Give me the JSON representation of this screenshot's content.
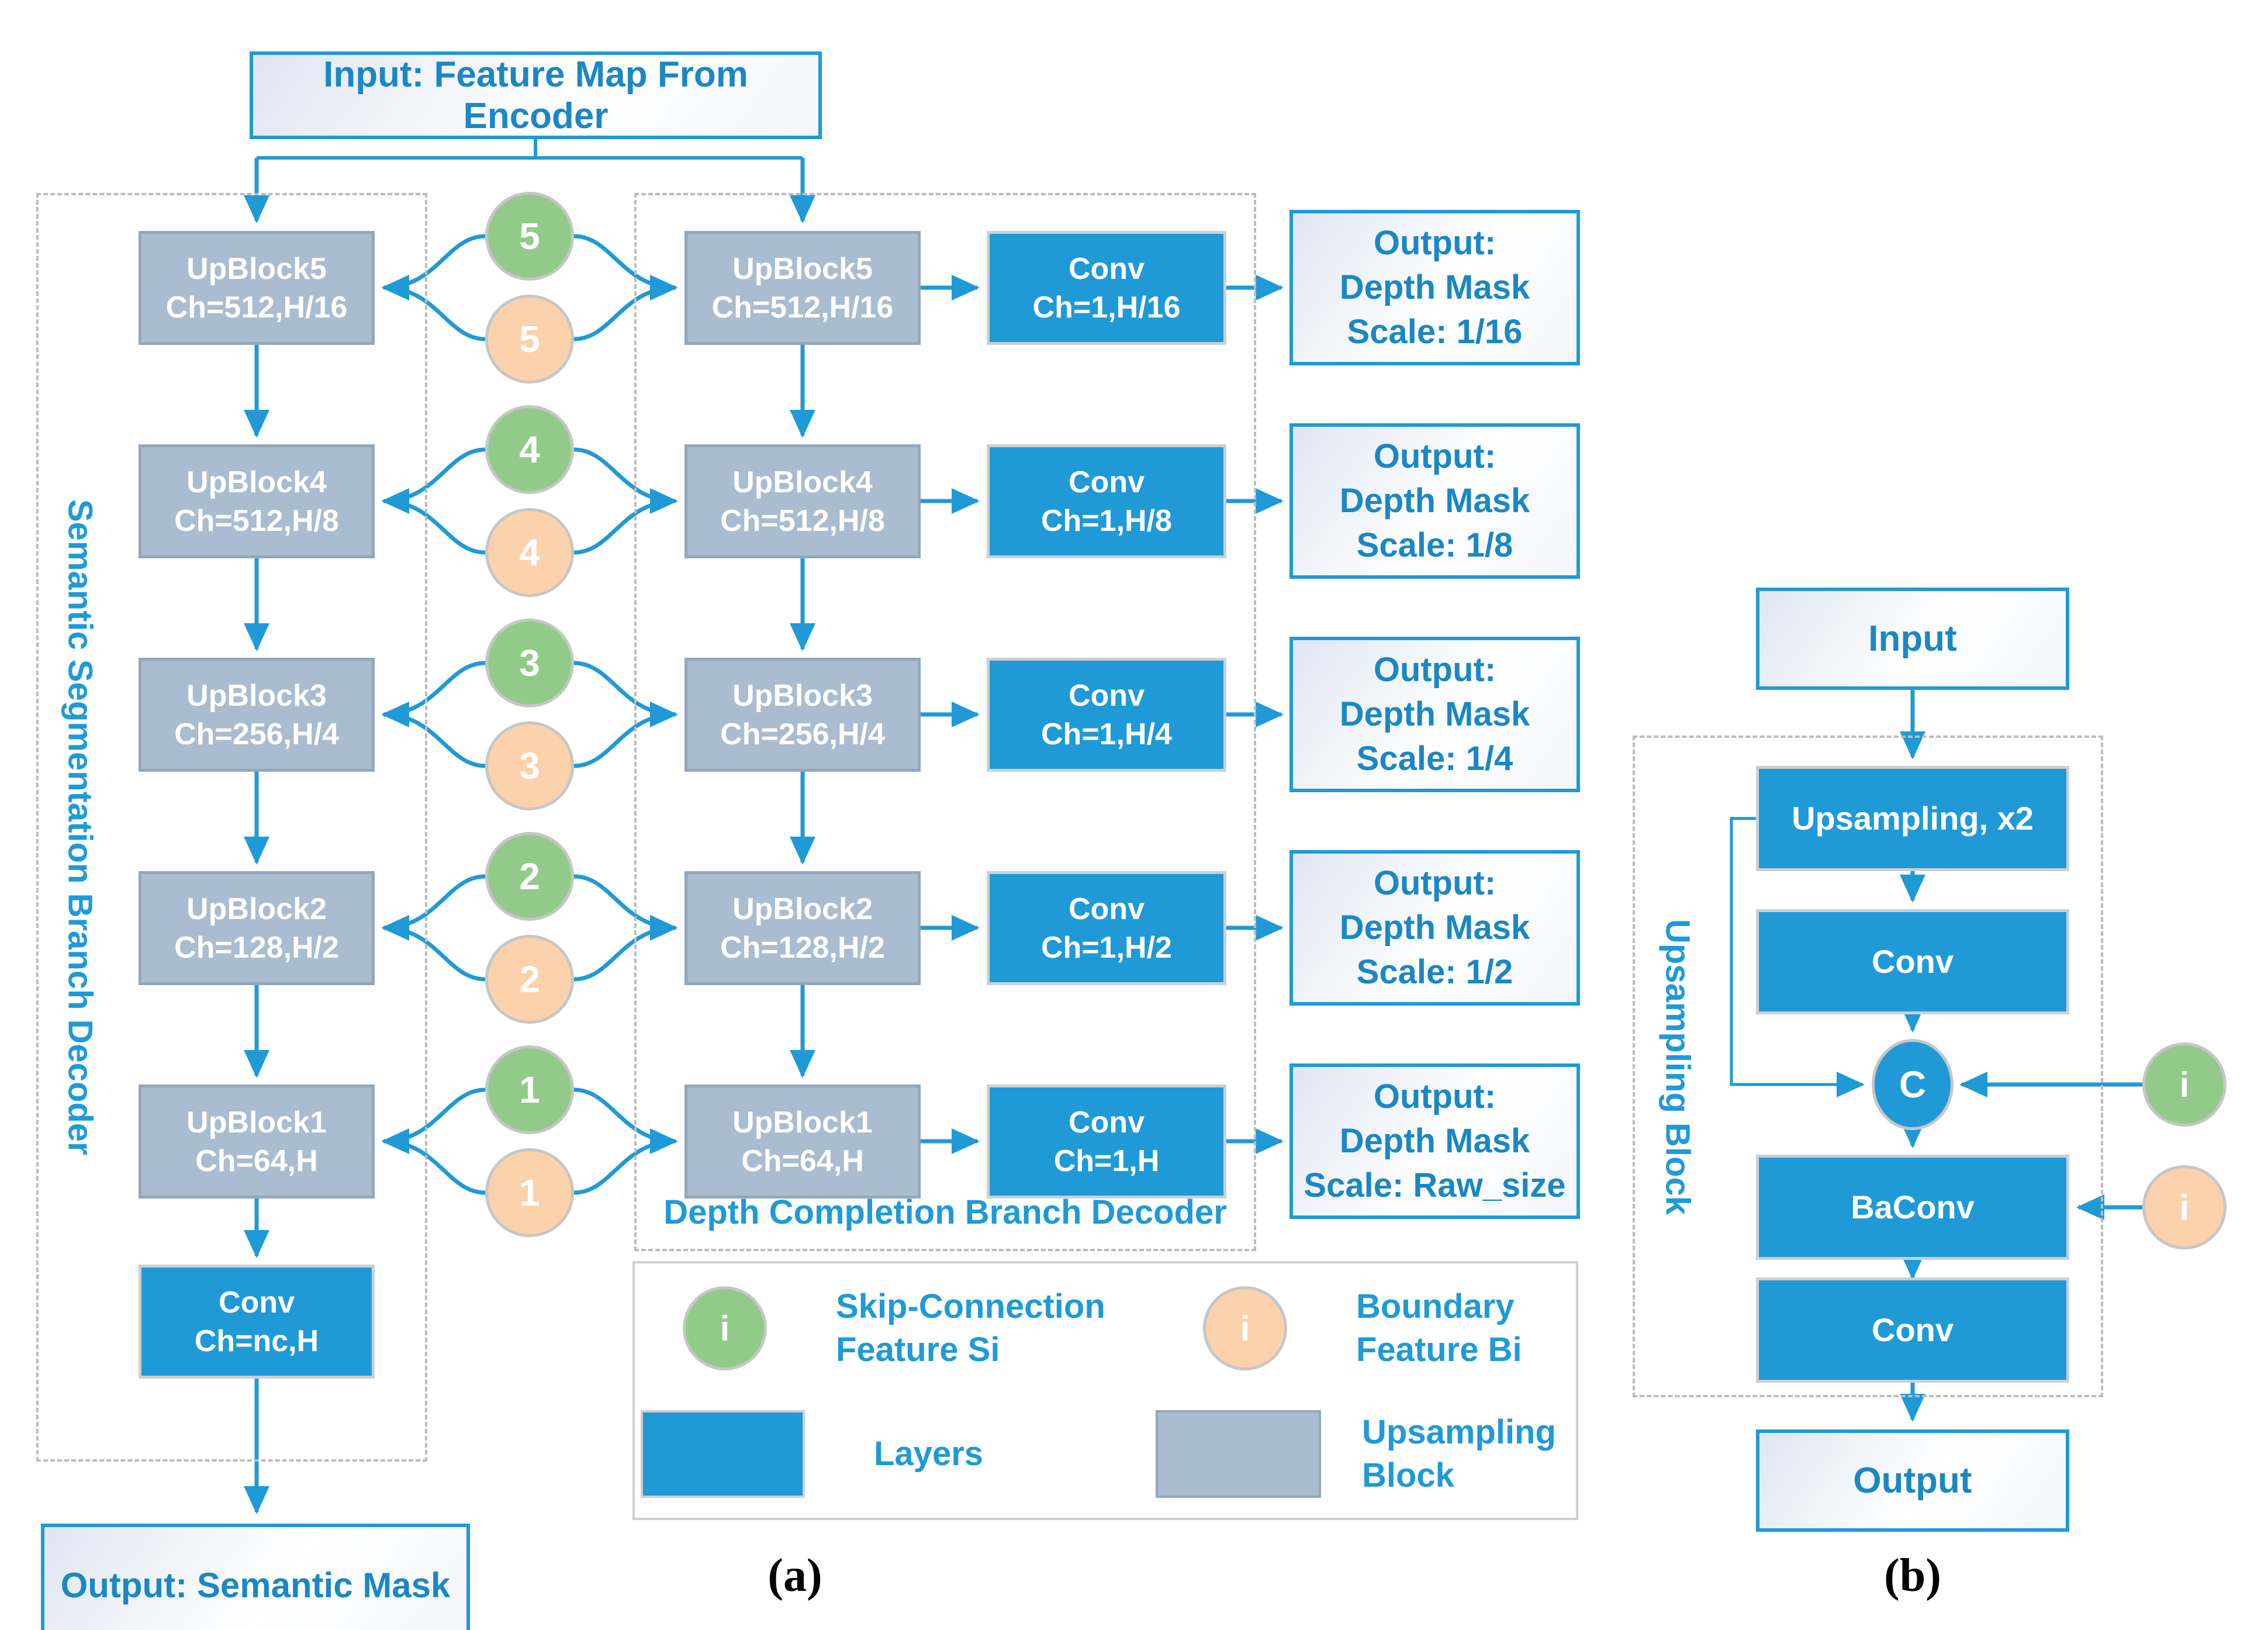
{
  "palette": {
    "blue": "#1f9ad6",
    "text_blue": "#1b87c3",
    "gray_block": "#a9bcd0",
    "green": "#92cb89",
    "orange": "#fbd2ab"
  },
  "part_a": {
    "caption": "(a)",
    "encoder_input_label": "Input: Feature Map From Encoder",
    "semantic_branch": {
      "title": "Semantic Segmentation Branch Decoder",
      "blocks": [
        {
          "name": "UpBlock5",
          "spec": "Ch=512,H/16"
        },
        {
          "name": "UpBlock4",
          "spec": "Ch=512,H/8"
        },
        {
          "name": "UpBlock3",
          "spec": "Ch=256,H/4"
        },
        {
          "name": "UpBlock2",
          "spec": "Ch=128,H/2"
        },
        {
          "name": "UpBlock1",
          "spec": "Ch=64,H"
        }
      ],
      "final_conv": {
        "name": "Conv",
        "spec": "Ch=nc,H"
      },
      "output_label": "Output: Semantic Mask"
    },
    "depth_branch": {
      "title": "Depth Completion Branch Decoder",
      "blocks": [
        {
          "name": "UpBlock5",
          "spec": "Ch=512,H/16"
        },
        {
          "name": "UpBlock4",
          "spec": "Ch=512,H/8"
        },
        {
          "name": "UpBlock3",
          "spec": "Ch=256,H/4"
        },
        {
          "name": "UpBlock2",
          "spec": "Ch=128,H/2"
        },
        {
          "name": "UpBlock1",
          "spec": "Ch=64,H"
        }
      ],
      "convs": [
        {
          "name": "Conv",
          "spec": "Ch=1,H/16"
        },
        {
          "name": "Conv",
          "spec": "Ch=1,H/8"
        },
        {
          "name": "Conv",
          "spec": "Ch=1,H/4"
        },
        {
          "name": "Conv",
          "spec": "Ch=1,H/2"
        },
        {
          "name": "Conv",
          "spec": "Ch=1,H"
        }
      ],
      "outputs": [
        {
          "line1": "Output:",
          "line2": "Depth Mask",
          "line3": "Scale: 1/16"
        },
        {
          "line1": "Output:",
          "line2": "Depth Mask",
          "line3": "Scale: 1/8"
        },
        {
          "line1": "Output:",
          "line2": "Depth Mask",
          "line3": "Scale: 1/4"
        },
        {
          "line1": "Output:",
          "line2": "Depth Mask",
          "line3": "Scale: 1/2"
        },
        {
          "line1": "Output:",
          "line2": "Depth Mask",
          "line3": "Scale: Raw_size"
        }
      ]
    },
    "connection_ids": [
      "5",
      "4",
      "3",
      "2",
      "1"
    ],
    "legend": {
      "skip_symbol": "i",
      "skip_line1": "Skip-Connection",
      "skip_line2": "Feature Si",
      "boundary_symbol": "i",
      "boundary_line1": "Boundary",
      "boundary_line2": "Feature Bi",
      "layers_label": "Layers",
      "upsampling_line1": "Upsampling",
      "upsampling_line2": "Block"
    }
  },
  "part_b": {
    "caption": "(b)",
    "title": "Upsampling Block",
    "input_label": "Input",
    "upsampling_label": "Upsampling, x2",
    "conv1_label": "Conv",
    "concat_label": "C",
    "baconv_label": "BaConv",
    "conv2_label": "Conv",
    "output_label": "Output",
    "skip_symbol": "i",
    "boundary_symbol": "i"
  }
}
